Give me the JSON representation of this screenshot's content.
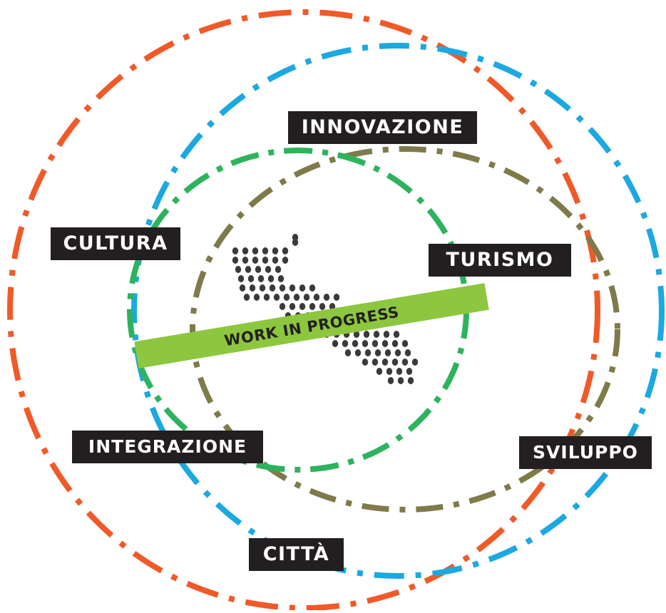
{
  "diagram": {
    "banner": {
      "text": "WORK IN PROGRESS",
      "color": "#8dc63f"
    },
    "labels": {
      "innovazione": "INNOVAZIONE",
      "cultura": "CULTURA",
      "turismo": "TURISMO",
      "integrazione": "INTEGRAZIONE",
      "sviluppo": "SVILUPPO",
      "citta": "CITTÀ"
    },
    "rings": [
      {
        "name": "outer-orange",
        "color": "#f05a28"
      },
      {
        "name": "blue",
        "color": "#1ca8e0"
      },
      {
        "name": "olive",
        "color": "#7f7a4a"
      },
      {
        "name": "inner-green",
        "color": "#2db35d"
      }
    ],
    "center_icon": "dotted-map-icon"
  }
}
